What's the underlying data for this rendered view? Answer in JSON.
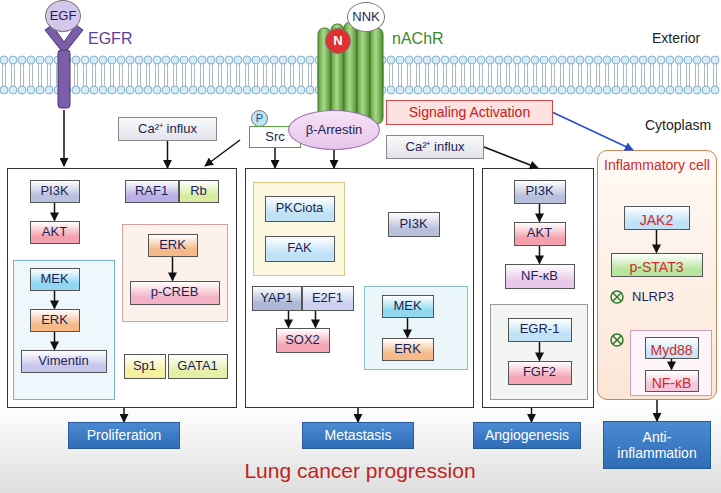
{
  "diagram": {
    "nodes": [
      {
        "text": [
          "EGF"
        ]
      },
      {
        "text": [
          "N"
        ]
      },
      {
        "text": [
          "NNK"
        ]
      },
      {
        "text": [
          "Ca²⁺ influx"
        ]
      },
      {
        "text": [
          "P"
        ]
      },
      {
        "text": [
          "Src"
        ]
      },
      {
        "text": [
          "β-Arrestin"
        ]
      },
      {
        "text": [
          "Signaling Activation"
        ]
      },
      {
        "text": [
          "Ca²⁺ influx"
        ]
      },
      {
        "text": []
      },
      {
        "text": [
          "PI3K"
        ],
        "in": 9
      },
      {
        "text": [
          "AKT"
        ],
        "in": 9
      },
      {
        "text": [],
        "in": 9
      },
      {
        "text": [
          "MEK"
        ],
        "in": 12
      },
      {
        "text": [
          "ERK"
        ],
        "in": 12
      },
      {
        "text": [
          "Vimentin"
        ],
        "in": 12
      },
      {
        "text": [
          "RAF1"
        ],
        "in": 9
      },
      {
        "text": [
          "Rb"
        ],
        "in": 9
      },
      {
        "text": [],
        "in": 9
      },
      {
        "text": [
          "ERK"
        ],
        "in": 18
      },
      {
        "text": [
          "p-CREB"
        ],
        "in": 18
      },
      {
        "text": [
          "Sp1"
        ],
        "in": 9
      },
      {
        "text": [
          "GATA1"
        ],
        "in": 9
      },
      {
        "text": []
      },
      {
        "text": [],
        "in": 23
      },
      {
        "text": [
          "PKCiota"
        ],
        "in": 24
      },
      {
        "text": [
          "FAK"
        ],
        "in": 24
      },
      {
        "text": [
          "PI3K"
        ],
        "in": 23
      },
      {
        "text": [
          "YAP1"
        ],
        "in": 23
      },
      {
        "text": [
          "E2F1"
        ],
        "in": 23
      },
      {
        "text": [
          "SOX2"
        ],
        "in": 23
      },
      {
        "text": [],
        "in": 23
      },
      {
        "text": [
          "MEK"
        ],
        "in": 31
      },
      {
        "text": [
          "ERK"
        ],
        "in": 31
      },
      {
        "text": []
      },
      {
        "text": [
          "PI3K"
        ],
        "in": 34
      },
      {
        "text": [
          "AKT"
        ],
        "in": 34
      },
      {
        "text": [
          "NF-κB"
        ],
        "in": 34
      },
      {
        "text": [],
        "in": 34
      },
      {
        "text": [
          "EGR-1"
        ],
        "in": 38
      },
      {
        "text": [
          "FGF2"
        ],
        "in": 38
      },
      {
        "text": [
          "Inflammatory cell"
        ]
      },
      {
        "text": [
          "JAK2"
        ],
        "in": 41
      },
      {
        "text": [
          "p-STAT3"
        ],
        "in": 41
      },
      {
        "text": [],
        "in": 41
      },
      {
        "text": [
          "Myd88"
        ],
        "in": 44
      },
      {
        "text": [
          "NF-κB"
        ],
        "in": 44
      },
      {
        "text": [
          "Proliferation"
        ]
      },
      {
        "text": [
          "Metastasis"
        ]
      },
      {
        "text": [
          "Angiogenesis"
        ]
      },
      {
        "text": [
          "Anti-inflammation"
        ]
      }
    ],
    "edges": [
      {
        "from": 3,
        "to": 9,
        "arrow": "to"
      },
      {
        "from": 5,
        "to": 23,
        "arrow": "to"
      },
      {
        "from": 6,
        "to": 23,
        "arrow": "to"
      },
      {
        "from": 8,
        "to": 34,
        "arrow": "to"
      },
      {
        "from": 7,
        "to": 41,
        "arrow": "to"
      },
      {
        "from": 10,
        "to": 11,
        "arrow": "to"
      },
      {
        "from": 13,
        "to": 14,
        "arrow": "to"
      },
      {
        "from": 14,
        "to": 15,
        "arrow": "to"
      },
      {
        "from": 19,
        "to": 20,
        "arrow": "to"
      },
      {
        "from": 28,
        "to": 30,
        "arrow": "to"
      },
      {
        "from": 29,
        "to": 30,
        "arrow": "to"
      },
      {
        "from": 32,
        "to": 33,
        "arrow": "to"
      },
      {
        "from": 35,
        "to": 36,
        "arrow": "to"
      },
      {
        "from": 36,
        "to": 37,
        "arrow": "to"
      },
      {
        "from": 39,
        "to": 40,
        "arrow": "to"
      },
      {
        "from": 42,
        "to": 43,
        "arrow": "to"
      },
      {
        "from": 45,
        "to": 46,
        "arrow": "to"
      },
      {
        "from": 9,
        "to": 47,
        "arrow": "to"
      },
      {
        "from": 23,
        "to": 48,
        "arrow": "to"
      },
      {
        "from": 34,
        "to": 49,
        "arrow": "to"
      },
      {
        "from": 41,
        "to": 50,
        "arrow": "to"
      }
    ],
    "labels": [
      "EGFR",
      "nAChR",
      "Exterior",
      "Cytoplasm",
      "NLRP3",
      "Lung cancer progression"
    ]
  }
}
